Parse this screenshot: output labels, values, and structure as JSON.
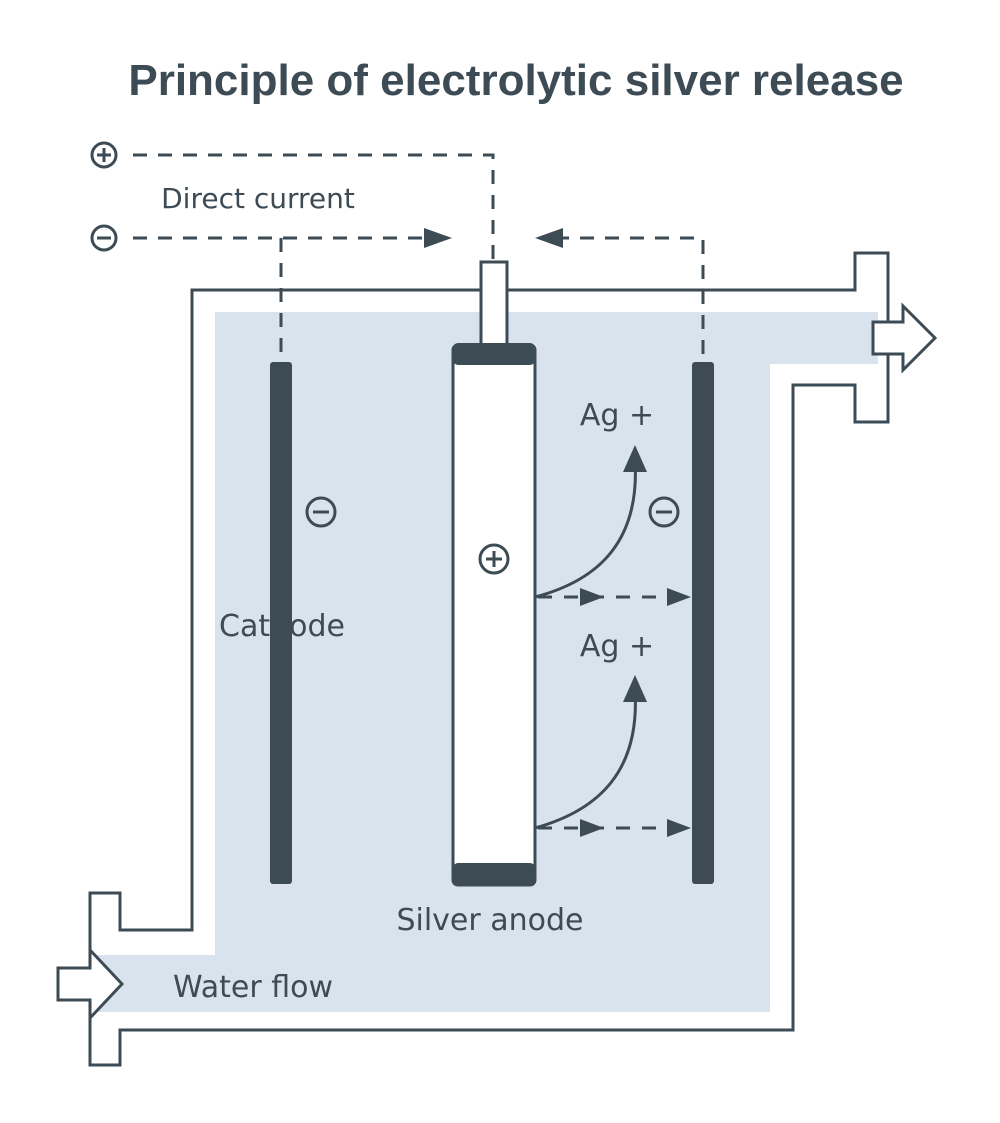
{
  "title": "Principle of electrolytic silver release",
  "labels": {
    "direct_current": "Direct current",
    "cathode": "Cathode",
    "silver_anode": "Silver anode",
    "water_flow": "Water flow",
    "ag_ion_upper": "Ag +",
    "ag_ion_lower": "Ag +"
  },
  "symbols": {
    "plus": "⊕",
    "minus": "⊖"
  },
  "colors": {
    "ink": "#3d4b55",
    "water": "#d9e3ee",
    "background": "#ffffff"
  }
}
